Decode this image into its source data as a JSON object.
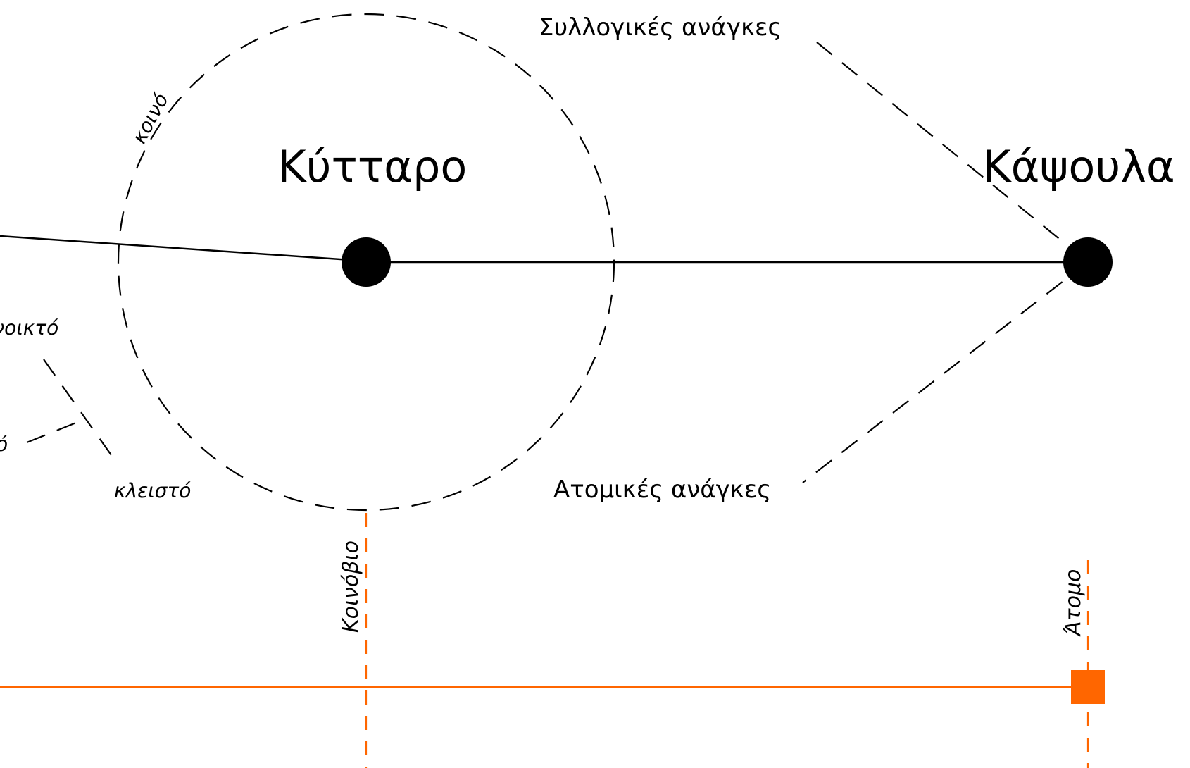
{
  "colors": {
    "line": "#000000",
    "accent": "#ff6600",
    "background": "#ffffff"
  },
  "labels": {
    "cell": "Κύτταρο",
    "capsule": "Κάψουλα",
    "collective_needs": "Συλλογικές ανάγκες",
    "individual_needs": "Ατομικές ανάγκες",
    "common": "κοινό",
    "open": "ανοικτό",
    "closed": "κλειστό",
    "partial_left": "ό",
    "coenobium": "Κοινόβιο",
    "individual": "Άτομο"
  }
}
